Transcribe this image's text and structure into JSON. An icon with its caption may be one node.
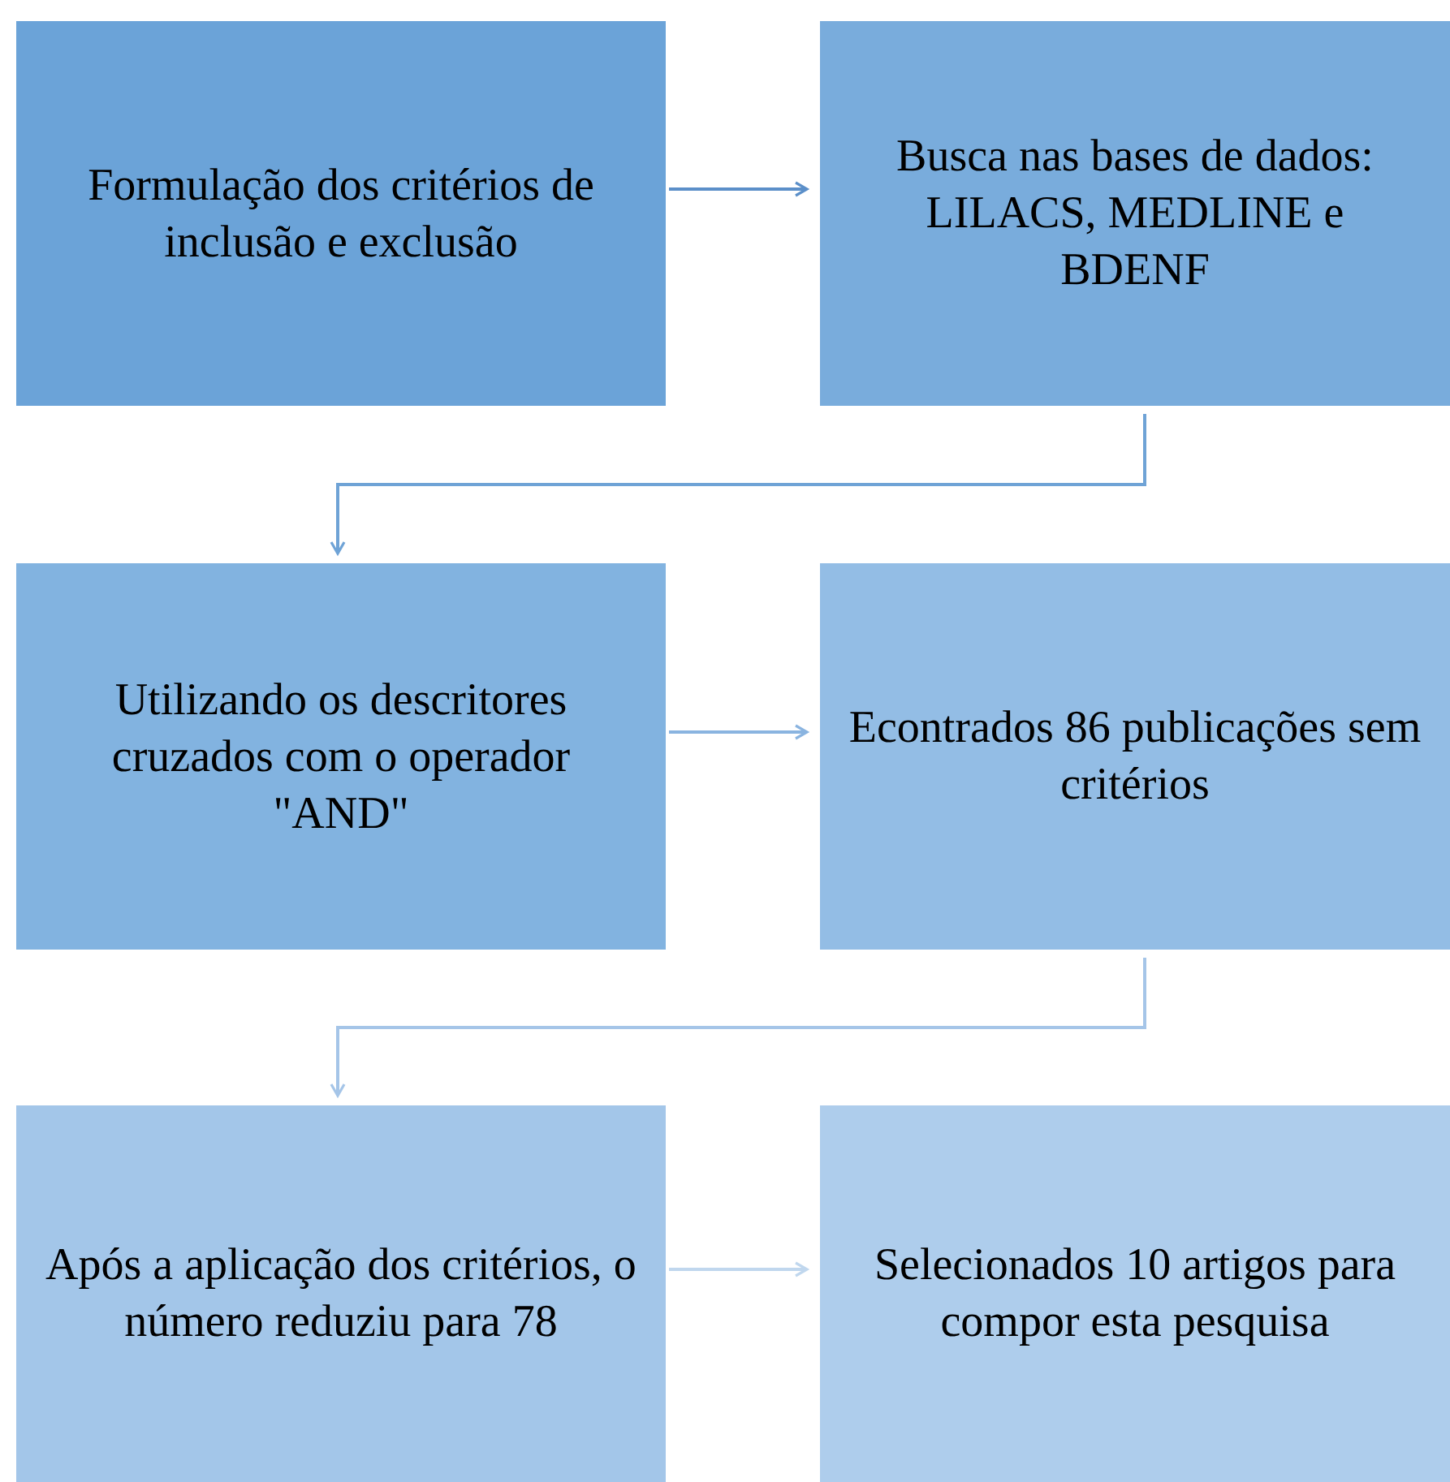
{
  "diagram": {
    "nodes": [
      {
        "text": [
          "Formulação dos critérios de inclusão e exclusão"
        ]
      },
      {
        "text": [
          "Busca nas bases de dados: LILACS, MEDLINE e BDENF"
        ]
      },
      {
        "text": [
          "Utilizando os descritores cruzados com o operador \"AND\""
        ]
      },
      {
        "text": [
          "Econtrados 86 publicações sem critérios"
        ]
      },
      {
        "text": [
          "Após a aplicação dos critérios, o número reduziu para 78"
        ]
      },
      {
        "text": [
          "Selecionados 10 artigos para compor esta pesquisa"
        ]
      }
    ],
    "edges": [
      {
        "from": 0,
        "to": 1,
        "arrow": "to",
        "color": "#5b8fc9"
      },
      {
        "from": 1,
        "to": 2,
        "arrow": "to",
        "color": "#6fa3d6"
      },
      {
        "from": 2,
        "to": 3,
        "arrow": "to",
        "color": "#8ab4e0"
      },
      {
        "from": 3,
        "to": 4,
        "arrow": "to",
        "color": "#a5c5e8"
      },
      {
        "from": 4,
        "to": 5,
        "arrow": "to",
        "color": "#c0d7ee"
      }
    ]
  }
}
